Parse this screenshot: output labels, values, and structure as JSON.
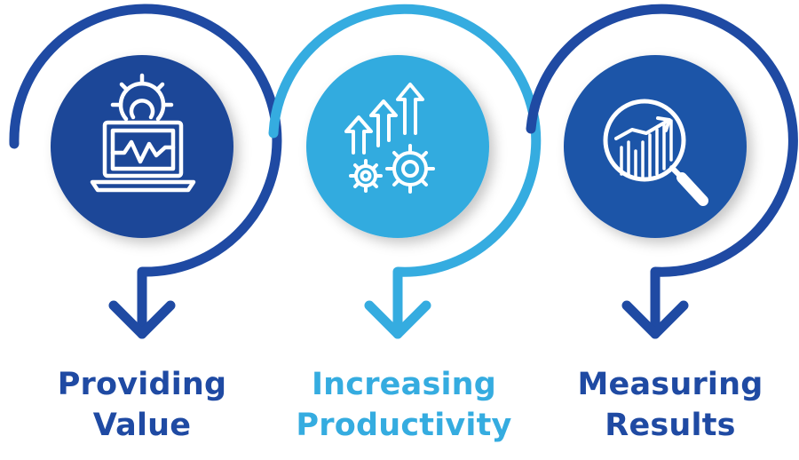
{
  "steps": [
    {
      "label_line1": "Providing",
      "label_line2": "Value",
      "icon": "laptop-gear-icon",
      "color": "#1f4aa3",
      "circle_color": "#1d4698"
    },
    {
      "label_line1": "Increasing",
      "label_line2": "Productivity",
      "icon": "arrows-gears-icon",
      "color": "#35ace0",
      "circle_color": "#33abdf"
    },
    {
      "label_line1": "Measuring",
      "label_line2": "Results",
      "icon": "magnifier-chart-icon",
      "color": "#1f4aa3",
      "circle_color": "#1f54a8"
    }
  ],
  "colors": {
    "dark_blue": "#1f4aa3",
    "light_blue": "#35ace0"
  }
}
